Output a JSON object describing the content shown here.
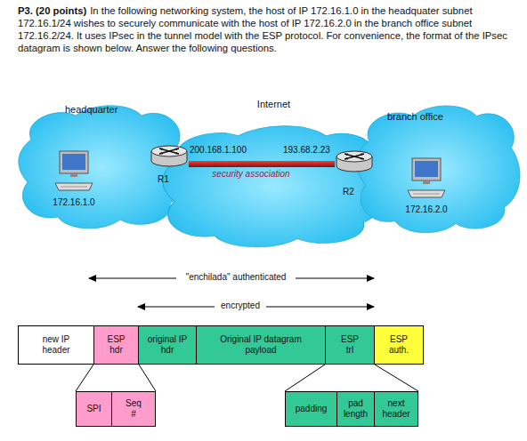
{
  "diagram": {
    "title": "P3. (20 points)",
    "nodes": [
      {
        "text": [
          "headquarter"
        ]
      },
      {
        "text": [
          "172.16.1.0"
        ],
        "in": 0
      },
      {
        "text": [
          "R1"
        ]
      },
      {
        "text": [
          "Internet"
        ]
      },
      {
        "text": [
          "R2"
        ]
      },
      {
        "text": [
          "branch office"
        ]
      },
      {
        "text": [
          "172.16.2.0"
        ],
        "in": 5
      },
      {
        "text": [
          "new IP header"
        ]
      },
      {
        "text": [
          "ESP hdr"
        ]
      },
      {
        "text": [
          "original IP hdr"
        ]
      },
      {
        "text": [
          "Original IP datagram payload"
        ]
      },
      {
        "text": [
          "ESP trl"
        ]
      },
      {
        "text": [
          "ESP auth."
        ]
      },
      {
        "text": [
          "SPI"
        ]
      },
      {
        "text": [
          "Seq #"
        ]
      },
      {
        "text": [
          "padding"
        ]
      },
      {
        "text": [
          "pad length"
        ]
      },
      {
        "text": [
          "next header"
        ]
      }
    ],
    "edges": [
      {
        "from": 2,
        "to": 4,
        "label": "security association",
        "arrow": "none"
      },
      {
        "from": 8,
        "to": 13,
        "arrow": "none"
      },
      {
        "from": 8,
        "to": 14,
        "arrow": "none"
      },
      {
        "from": 11,
        "to": 15,
        "arrow": "none"
      },
      {
        "from": 11,
        "to": 17,
        "arrow": "none"
      }
    ],
    "labels": [
      "In the following networking system, the host of IP 172.16.1.0 in the headquater subnet 172.16.1/24 wishes to securely communicate with the host of IP 172.16.2.0 in the branch office subnet 172.16.2/24. It uses IPsec in the tunnel model with the ESP protocol. For convenience, the format of the IPsec datagram is shown below. Answer the following questions.",
      "200.168.1.100",
      "193.68.2.23",
      "\"enchilada\" authenticated",
      "encrypted"
    ]
  }
}
